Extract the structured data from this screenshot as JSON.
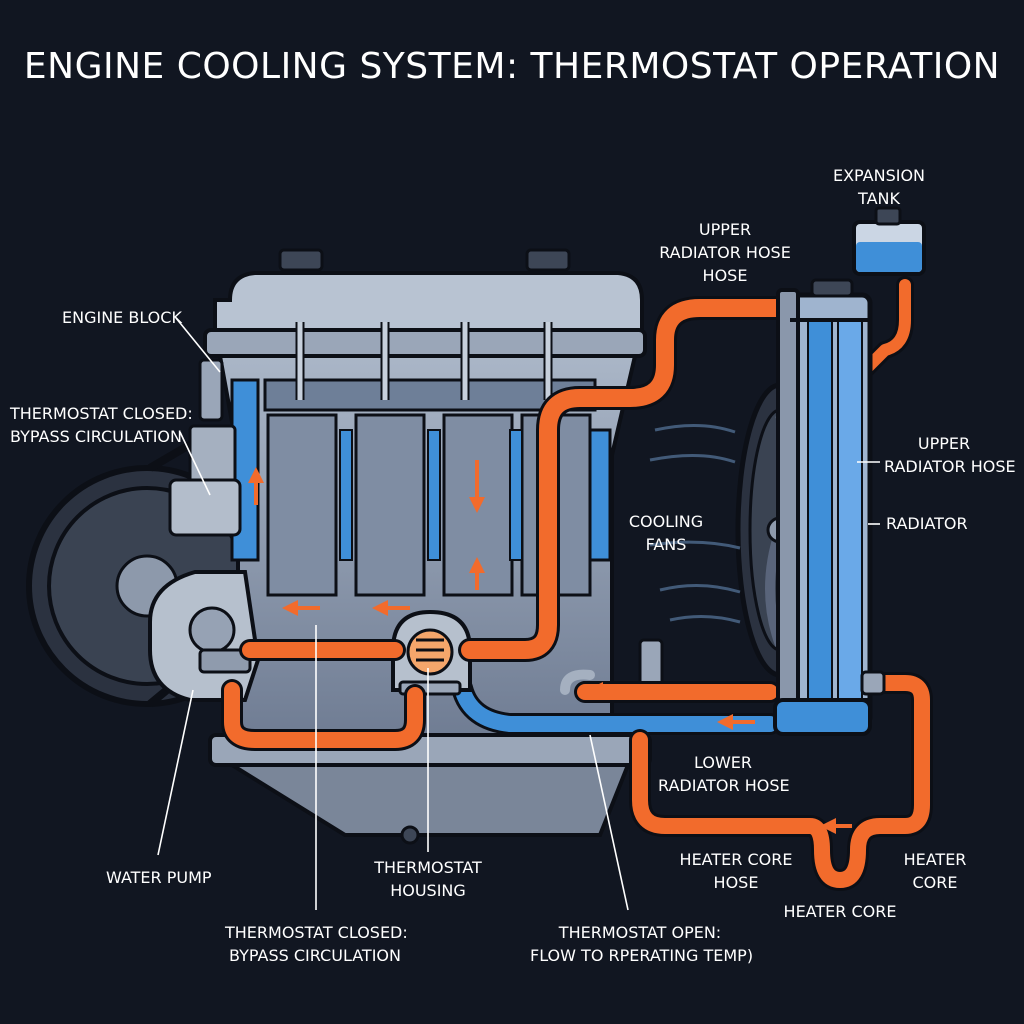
{
  "title": "ENGINE COOLING SYSTEM: THERMOSTAT OPERATION",
  "labels": {
    "engine_block": "ENGINE BLOCK",
    "thermostat_closed_top": "THERMOSTAT CLOSED:\nBYPASS CIRCULATION",
    "water_pump": "WATER PUMP",
    "thermostat_housing": "THERMOSTAT\nHOUSING",
    "thermostat_closed_bottom": "THERMOSTAT CLOSED:\nBYPASS CIRCULATION",
    "thermostat_open": "THERMOSTAT OPEN:\nFLOW TO RPERATING TEMP)",
    "expansion_tank": "EXPANSION\nTANK",
    "upper_radiator_hose_top": "UPPER\nRADIATOR HOSE\nHOSE",
    "upper_radiator_hose_right": "UPPER\nRADIATOR HOSE",
    "cooling_fans": "COOLING\nFANS",
    "radiator": "RADIATOR",
    "lower_radiator_hose": "LOWER\nRADIATOR HOSE",
    "heater_core_hose": "HEATER CORE\nHOSE",
    "heater_core_bottom": "HEATER CORE",
    "heater_core_right": "HEATER\nCORE"
  },
  "colors": {
    "background": "#111621",
    "hot_coolant": "#f26b2c",
    "cold_coolant": "#3f8fd8",
    "engine_metal": "#8a97ab",
    "label_text": "#ffffff"
  }
}
